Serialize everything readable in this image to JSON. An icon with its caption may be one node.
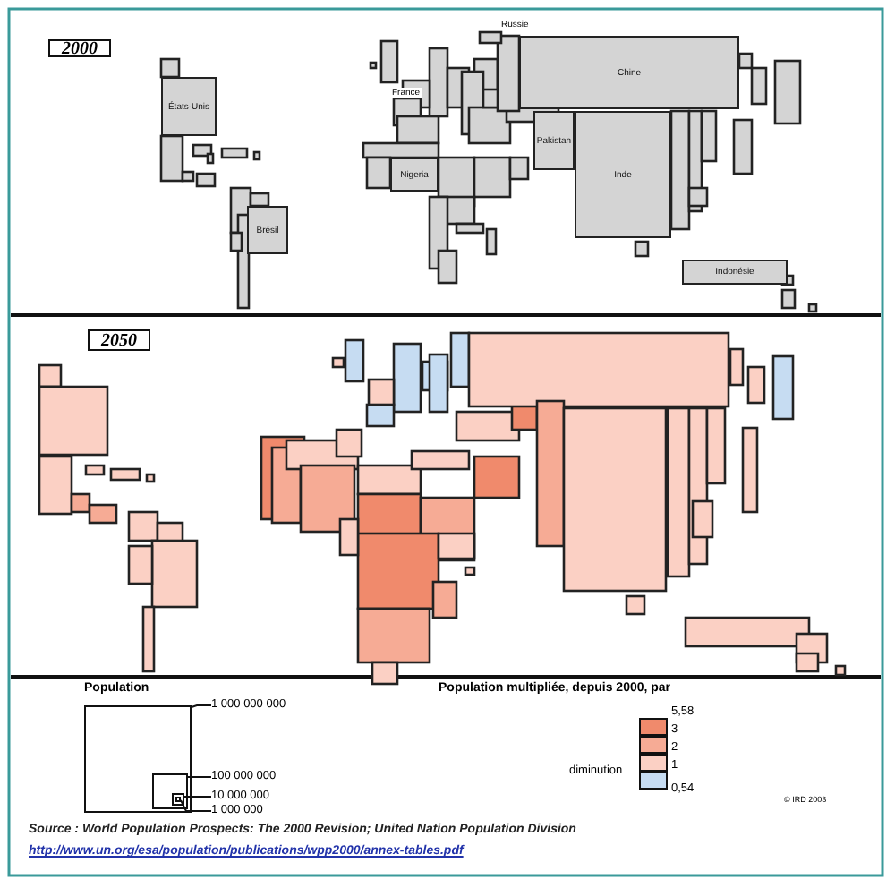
{
  "diagram": {
    "nodes": [
      {
        "text": [
          "2000"
        ]
      },
      {
        "text": [
          "États-Unis"
        ]
      },
      {
        "text": [
          "Brésil"
        ]
      },
      {
        "text": [
          "Nigeria"
        ]
      },
      {
        "text": [
          "Chine"
        ]
      },
      {
        "text": [
          "Pakistan"
        ]
      },
      {
        "text": [
          "Inde"
        ]
      },
      {
        "text": [
          "Indonésie"
        ]
      },
      {
        "text": [
          "2050"
        ]
      },
      {
        "text": [
          "1 000 000 000"
        ]
      },
      {
        "text": [
          "100 000 000"
        ]
      },
      {
        "text": [
          "10 000 000"
        ]
      },
      {
        "text": [
          "1 000 000"
        ]
      },
      {
        "text": [],
        "shape": "box"
      },
      {
        "text": [],
        "shape": "box",
        "in": 13
      },
      {
        "text": [],
        "shape": "box",
        "in": 14
      },
      {
        "text": [],
        "shape": "box",
        "in": 15
      }
    ],
    "edges": [
      {
        "from": 9,
        "to": 13,
        "arrow": "none"
      },
      {
        "from": 10,
        "to": 14,
        "arrow": "none"
      },
      {
        "from": 11,
        "to": 15,
        "arrow": "none"
      },
      {
        "from": 12,
        "to": 16,
        "arrow": "none"
      }
    ],
    "labels": [
      "Russie",
      "France",
      "Population",
      "Population multipliée, depuis 2000, par",
      "5,58",
      "0,54",
      "© IRD 2003",
      "Source : World Population Prospects: The 2000 Revision; United Nation Population Division",
      "http://www.un.org/esa/population/publications/wpp2000/annex-tables.pdf"
    ],
    "legend": [
      {
        "text": "3",
        "color": "#f08a6c"
      },
      {
        "text": "2",
        "color": "#f6ab95"
      },
      {
        "text": "1",
        "color": "#fbd0c4"
      },
      {
        "text": "diminution",
        "color": "#c6dcf2"
      }
    ]
  }
}
